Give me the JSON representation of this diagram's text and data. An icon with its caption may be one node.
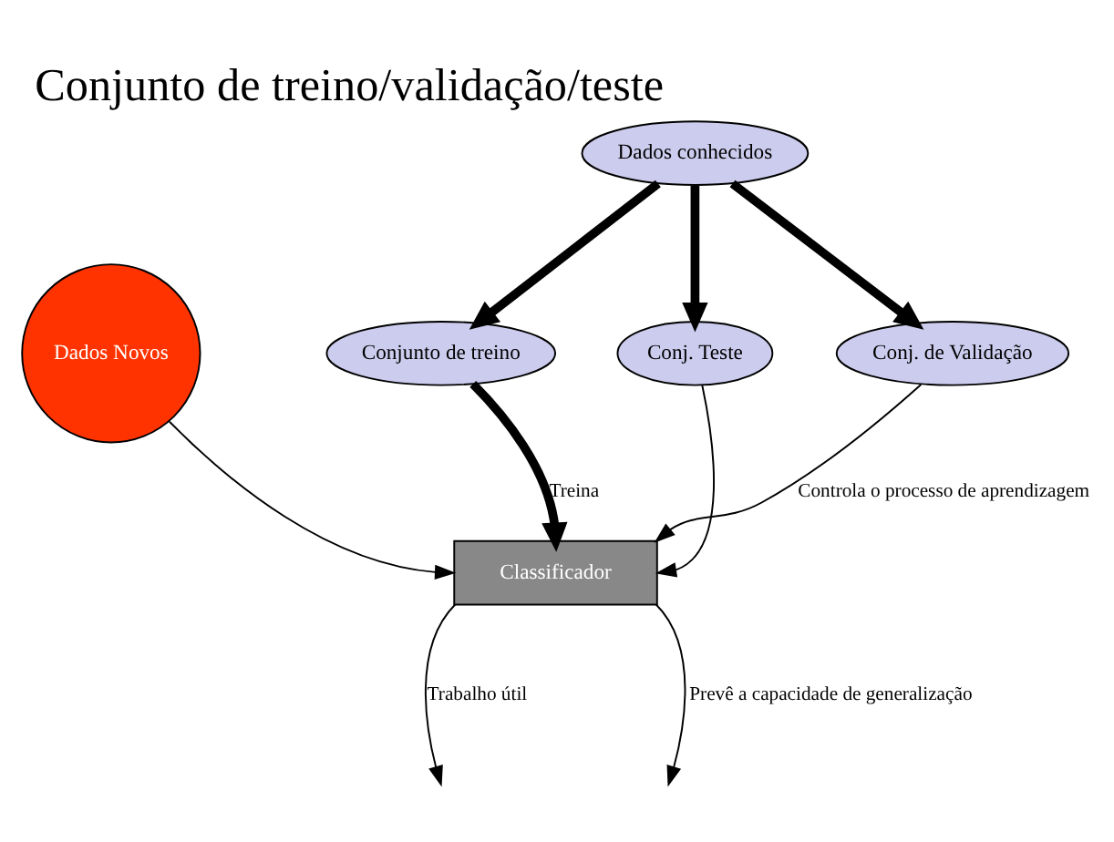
{
  "diagram": {
    "title": "Conjunto de treino/validação/teste",
    "nodes": [
      {
        "text": [
          "Dados conhecidos"
        ]
      },
      {
        "text": [
          "Conjunto de treino"
        ]
      },
      {
        "text": [
          "Conj. de Validação"
        ]
      },
      {
        "text": [
          "Conj. Teste"
        ]
      },
      {
        "text": [
          "Dados Novos"
        ]
      },
      {
        "text": [
          "Classificador"
        ]
      }
    ],
    "edges": [
      {
        "from": 0,
        "to": 1,
        "arrow": "to",
        "style": "thick"
      },
      {
        "from": 0,
        "to": 2,
        "arrow": "to",
        "style": "thick"
      },
      {
        "from": 0,
        "to": 3,
        "arrow": "to",
        "style": "thick"
      },
      {
        "from": 1,
        "to": 5,
        "arrow": "to",
        "style": "thick",
        "label": "Treina"
      },
      {
        "from": 2,
        "to": 5,
        "arrow": "to",
        "label": "Controla o processo de aprendizagem"
      },
      {
        "from": 3,
        "to": 5,
        "arrow": "to"
      },
      {
        "from": 4,
        "to": 5,
        "arrow": "to"
      },
      {
        "from": 5,
        "to": null,
        "arrow": "to",
        "label": "Trabalho útil"
      },
      {
        "from": 5,
        "to": null,
        "arrow": "to",
        "label": "Prevê a capacidade de generalização"
      }
    ]
  }
}
